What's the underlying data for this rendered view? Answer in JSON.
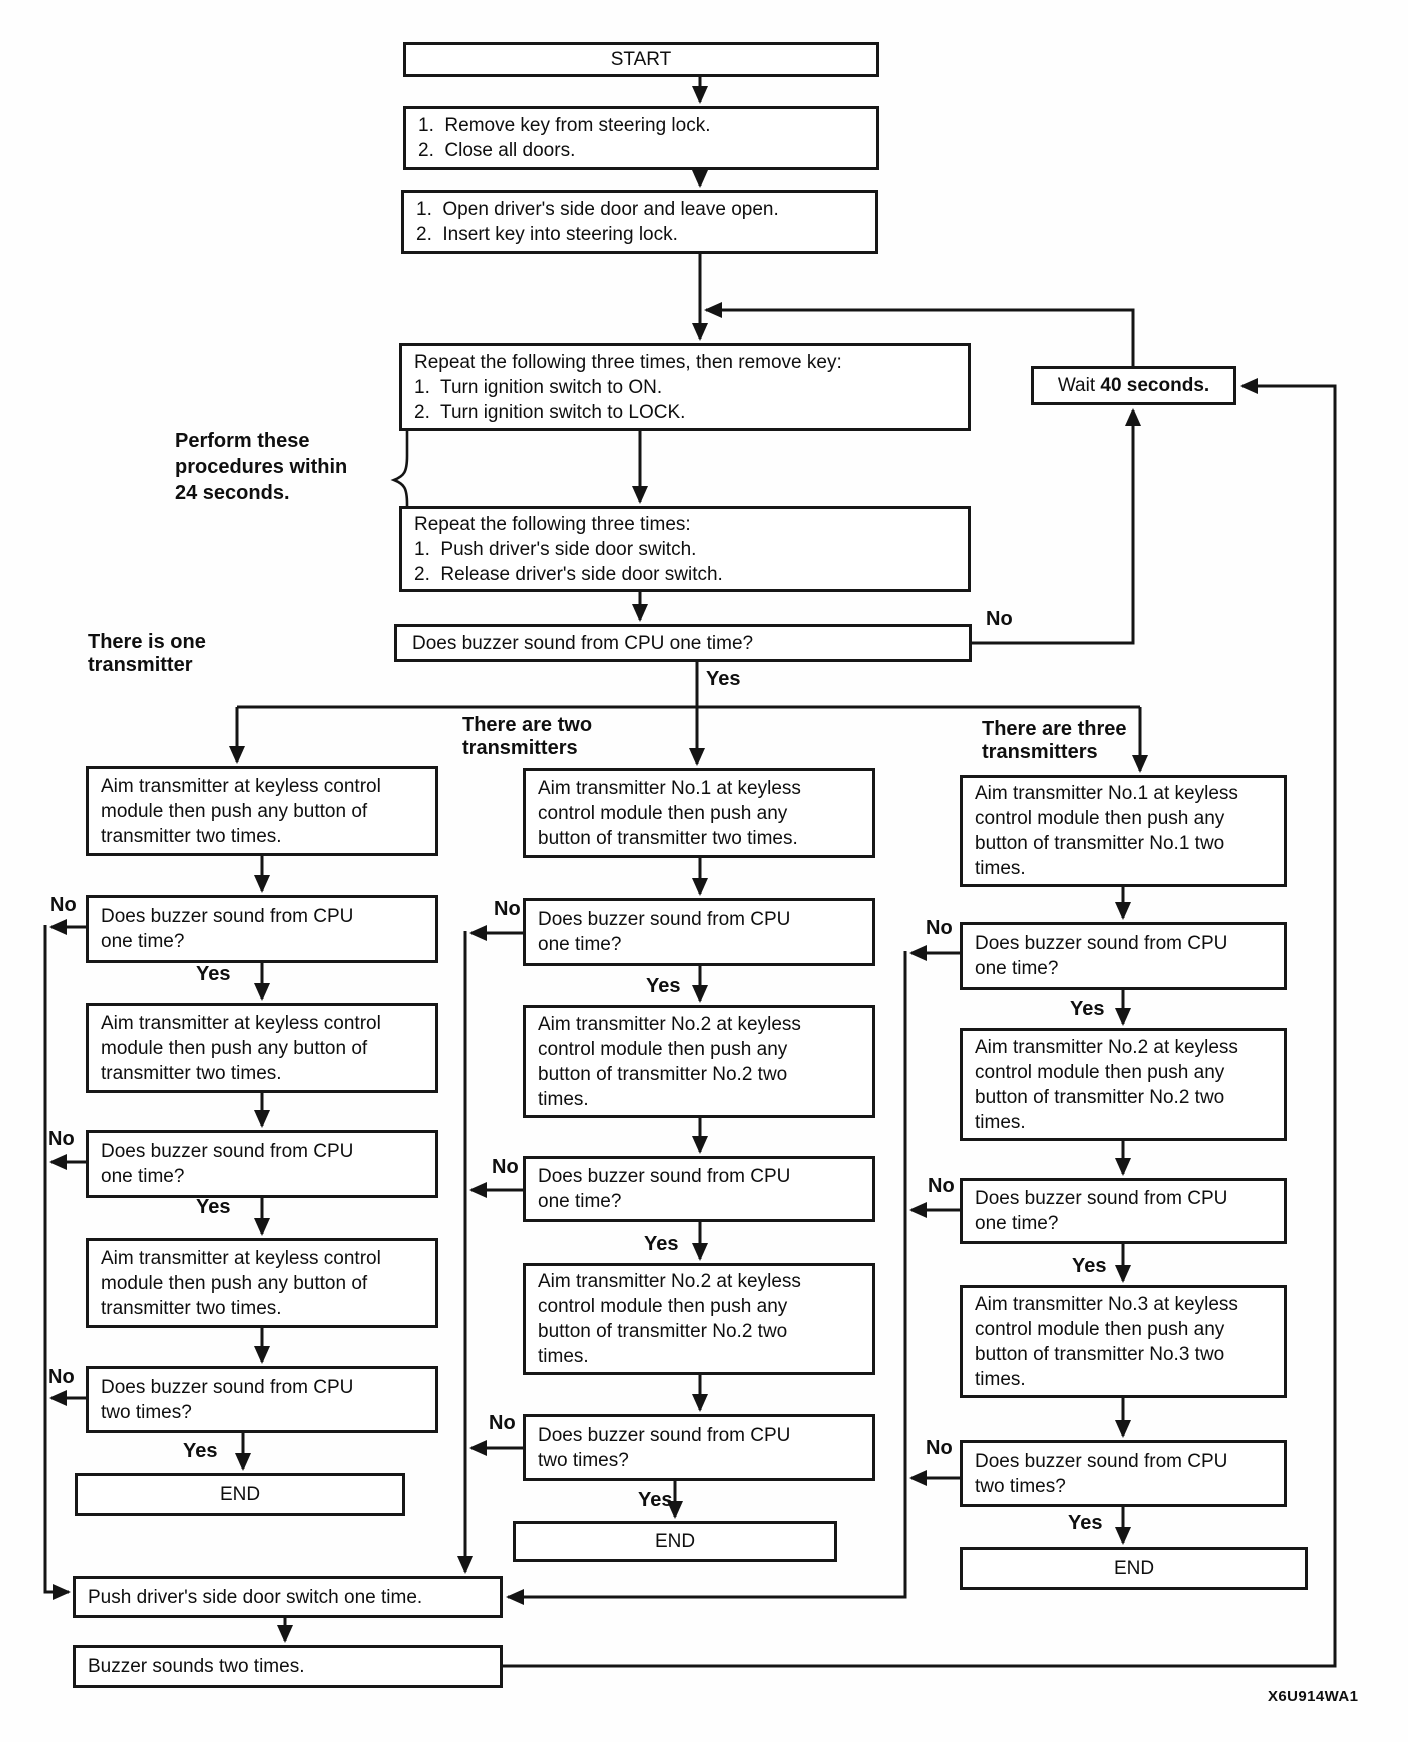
{
  "diagram": {
    "figure_id": "X6U914WA1",
    "labels": {
      "yes": "Yes",
      "no": "No"
    },
    "side_note": {
      "lines": [
        "Perform these",
        "procedures within",
        "24 seconds."
      ]
    },
    "start": "START",
    "prep1": {
      "lines": [
        "1.  Remove key from steering lock.",
        "2.  Close all doors."
      ]
    },
    "prep2": {
      "lines": [
        "1.  Open driver's side door and leave open.",
        "2.  Insert key into steering lock."
      ]
    },
    "repeat_ignition": {
      "lines": [
        "Repeat the following three times, then remove key:",
        "1.  Turn ignition switch to ON.",
        "2.  Turn ignition switch to LOCK."
      ]
    },
    "wait": {
      "prefix": "Wait ",
      "emphasis": "40 seconds."
    },
    "repeat_door": {
      "lines": [
        "Repeat the following three times:",
        "1.  Push driver's side door switch.",
        "2.  Release driver's side door switch."
      ]
    },
    "main_question": "Does buzzer sound from CPU one time?",
    "columns": [
      {
        "header": {
          "lines": [
            "There is one",
            "transmitter"
          ]
        },
        "a1": {
          "lines": [
            "Aim transmitter at keyless control",
            "module then push any button of",
            "transmitter two times."
          ]
        },
        "q1": {
          "lines": [
            "Does buzzer sound from CPU",
            "one time?"
          ]
        },
        "a2": {
          "lines": [
            "Aim transmitter at keyless control",
            "module then push any button of",
            "transmitter two times."
          ]
        },
        "q2": {
          "lines": [
            "Does buzzer sound from CPU",
            "one time?"
          ]
        },
        "a3": {
          "lines": [
            "Aim transmitter at keyless control",
            "module then push any button of",
            "transmitter two times."
          ]
        },
        "q3": {
          "lines": [
            "Does buzzer sound from CPU",
            "two times?"
          ]
        },
        "end": "END"
      },
      {
        "header": {
          "lines": [
            "There are two",
            "transmitters"
          ]
        },
        "a1": {
          "lines": [
            "Aim transmitter No.1 at keyless",
            "control module then push any",
            "button of transmitter two times."
          ]
        },
        "q1": {
          "lines": [
            "Does buzzer sound from CPU",
            "one time?"
          ]
        },
        "a2": {
          "lines": [
            "Aim transmitter No.2 at keyless",
            "control module then push any",
            "button of transmitter No.2 two",
            "times."
          ]
        },
        "q2": {
          "lines": [
            "Does buzzer sound from CPU",
            "one time?"
          ]
        },
        "a3": {
          "lines": [
            "Aim transmitter No.2 at keyless",
            "control module then push any",
            "button of transmitter No.2 two",
            "times."
          ]
        },
        "q3": {
          "lines": [
            "Does buzzer sound from CPU",
            "two times?"
          ]
        },
        "end": "END"
      },
      {
        "header": {
          "lines": [
            "There are three",
            "transmitters"
          ]
        },
        "a1": {
          "lines": [
            "Aim transmitter No.1 at keyless",
            "control module then push any",
            "button of transmitter No.1 two",
            "times."
          ]
        },
        "q1": {
          "lines": [
            "Does buzzer sound from CPU",
            "one time?"
          ]
        },
        "a2": {
          "lines": [
            "Aim transmitter No.2 at keyless",
            "control module then push any",
            "button of transmitter No.2 two",
            "times."
          ]
        },
        "q2": {
          "lines": [
            "Does buzzer sound from CPU",
            "one time?"
          ]
        },
        "a3": {
          "lines": [
            "Aim transmitter No.3 at keyless",
            "control module then push any",
            "button of transmitter No.3 two",
            "times."
          ]
        },
        "q3": {
          "lines": [
            "Does buzzer sound from CPU",
            "two times?"
          ]
        },
        "end": "END"
      }
    ],
    "push_final": "Push driver's side door switch one time.",
    "buzzer_final": "Buzzer sounds two times."
  }
}
